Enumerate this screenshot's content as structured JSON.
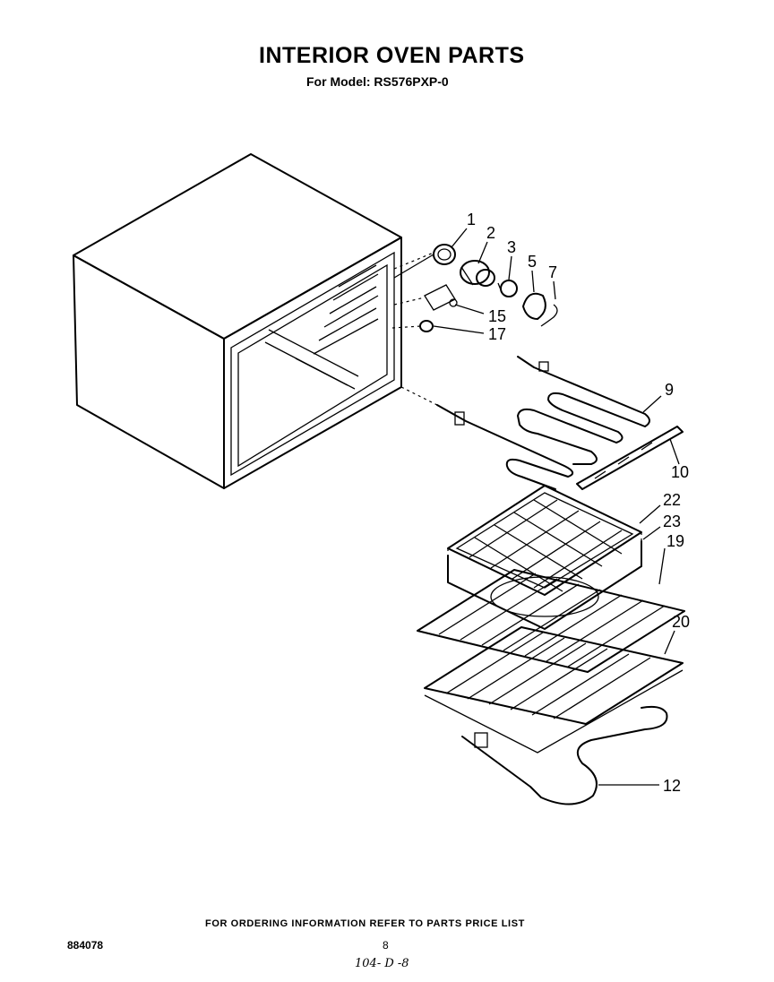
{
  "header": {
    "title": "INTERIOR OVEN PARTS",
    "model_line": "For Model: RS576PXP-0"
  },
  "callouts": {
    "part_1": "1",
    "part_2": "2",
    "part_3": "3",
    "part_5": "5",
    "part_7": "7",
    "part_15": "15",
    "part_17": "17",
    "part_9": "9",
    "part_10": "10",
    "part_22": "22",
    "part_23": "23",
    "part_19": "19",
    "part_20": "20",
    "part_12": "12"
  },
  "footer": {
    "ordering_note": "FOR ORDERING INFORMATION REFER TO PARTS PRICE LIST",
    "doc_number": "884078",
    "page_number": "8",
    "handwritten_note": "104- D -8"
  }
}
